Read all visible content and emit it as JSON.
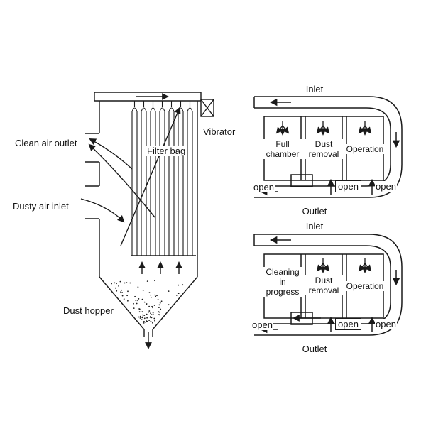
{
  "colors": {
    "line": "#1a1a1a",
    "background": "#ffffff"
  },
  "baghouse": {
    "labels": {
      "clean_air_outlet": "Clean air outlet",
      "dusty_air_inlet": "Dusty air inlet",
      "filter_bag": "Filter bag",
      "vibrator": "Vibrator",
      "dust_hopper": "Dust hopper"
    }
  },
  "chamber_diagrams": [
    {
      "inlet_label": "Inlet",
      "outlet_label": "Outlet",
      "chambers": [
        {
          "label": "Full chamber"
        },
        {
          "label": "Dust removal"
        },
        {
          "label": "Operation"
        }
      ],
      "valves": [
        {
          "label": "open"
        },
        {
          "label": "open"
        },
        {
          "label": "open"
        }
      ]
    },
    {
      "inlet_label": "Inlet",
      "outlet_label": "Outlet",
      "chambers": [
        {
          "label": "Cleaning in progress"
        },
        {
          "label": "Dust removal"
        },
        {
          "label": "Operation"
        }
      ],
      "valves": [
        {
          "label": "open"
        },
        {
          "label": "open"
        },
        {
          "label": "open"
        }
      ]
    }
  ]
}
